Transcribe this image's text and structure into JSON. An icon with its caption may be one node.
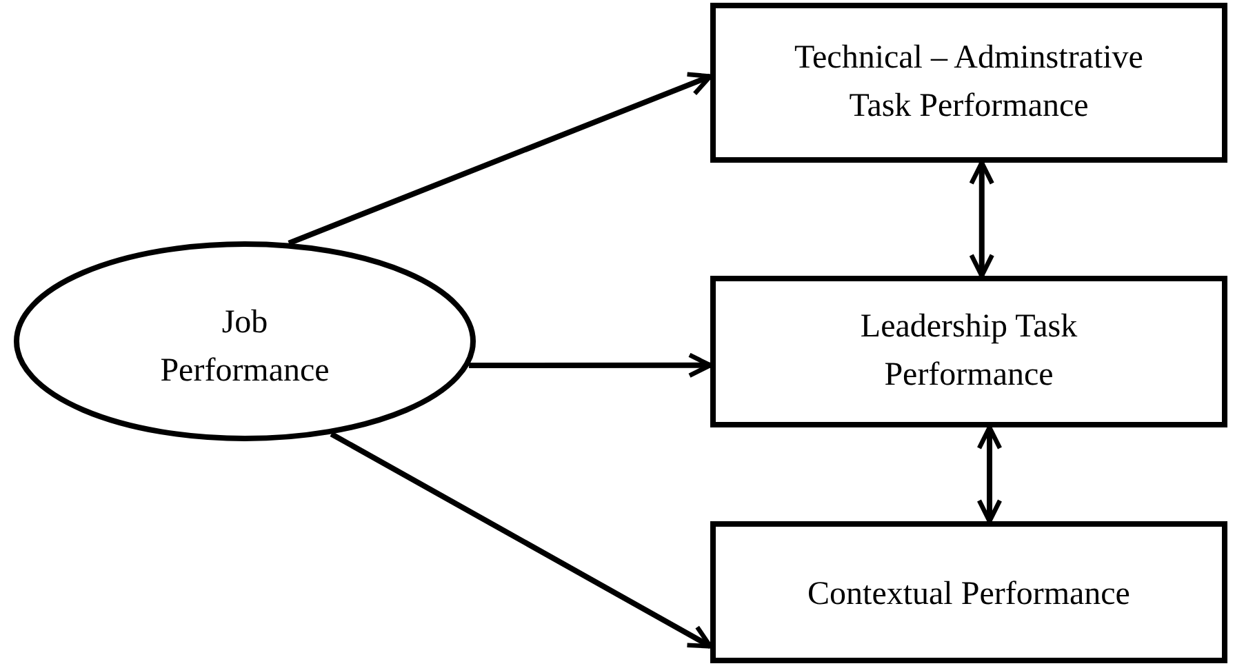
{
  "diagram": {
    "nodes": [
      {
        "text": [
          "Job Performance"
        ]
      },
      {
        "text": [
          "Technical – Adminstrative Task Performance"
        ]
      },
      {
        "text": [
          "Leadership Task Performance"
        ]
      },
      {
        "text": [
          "Contextual Performance"
        ]
      }
    ],
    "edges": [
      {
        "from": 0,
        "to": 1,
        "arrow": "to"
      },
      {
        "from": 0,
        "to": 2,
        "arrow": "to"
      },
      {
        "from": 0,
        "to": 3,
        "arrow": "to"
      },
      {
        "from": 1,
        "to": 2,
        "arrow": "both"
      },
      {
        "from": 2,
        "to": 3,
        "arrow": "both"
      }
    ]
  }
}
